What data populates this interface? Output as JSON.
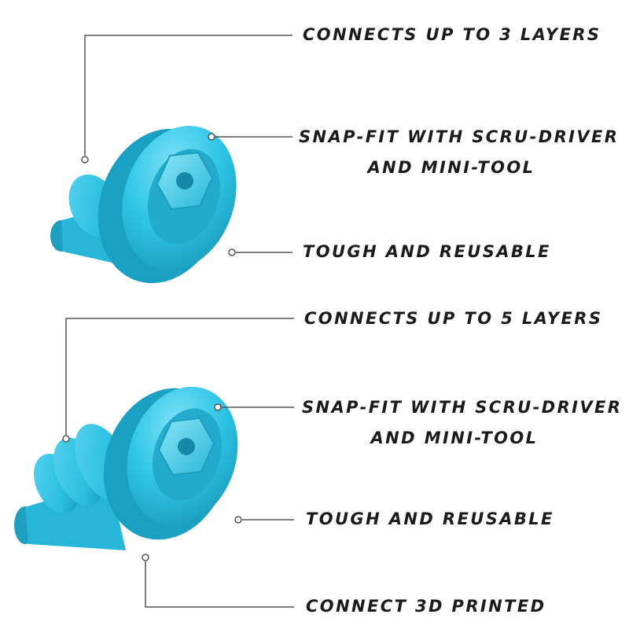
{
  "palette": {
    "connector_blue": "#2ec4e6",
    "connector_shadow": "#1a98b8",
    "connector_highlight": "#6fdcf2",
    "leader_line": "#555555",
    "text": "#1b1b1b"
  },
  "top_connector": {
    "features": {
      "layers": "CONNECTS UP TO 3 LAYERS",
      "snap_fit_line1": "SNAP-FIT WITH SCRU-DRIVER",
      "snap_fit_line2": "AND MINI-TOOL",
      "tough": "TOUGH AND REUSABLE"
    }
  },
  "bottom_connector": {
    "features": {
      "layers": "CONNECTS UP TO 5 LAYERS",
      "snap_fit_line1": "SNAP-FIT WITH SCRU-DRIVER",
      "snap_fit_line2": "AND MINI-TOOL",
      "tough": "TOUGH AND REUSABLE",
      "connect": "CONNECT 3D PRINTED"
    }
  }
}
